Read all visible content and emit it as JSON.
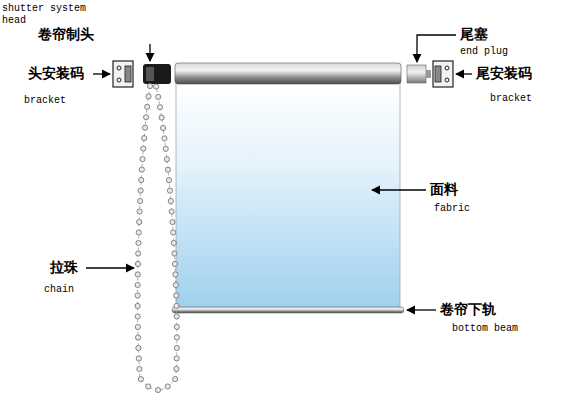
{
  "diagram": {
    "labels": [
      "shutter system head",
      "卷帘制头",
      "头安装码",
      "bracket",
      "尾塞",
      "end plug",
      "尾安装码",
      "bracket",
      "面料",
      "fabric",
      "拉珠",
      "chain",
      "卷帘下轨",
      "bottom beam"
    ]
  }
}
